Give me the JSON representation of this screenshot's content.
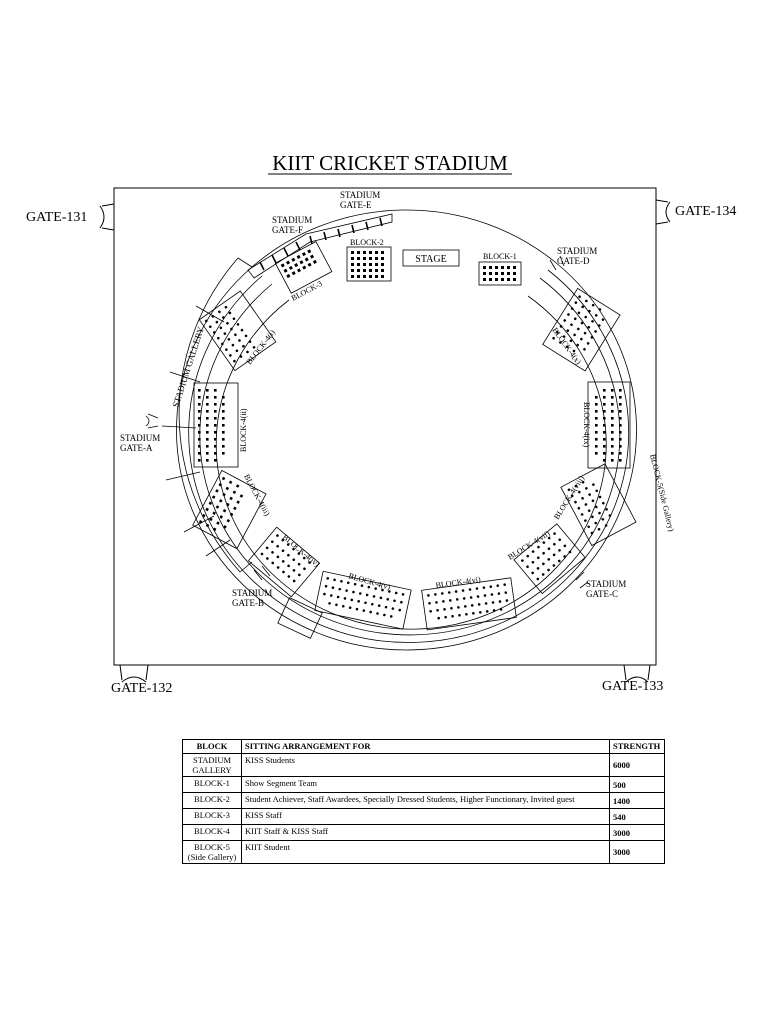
{
  "title": "KIIT CRICKET STADIUM",
  "outer_gates": [
    "GATE-131",
    "GATE-134",
    "GATE-132",
    "GATE-133"
  ],
  "stadium_gates": {
    "e": [
      "STADIUM",
      "GATE-E"
    ],
    "f": [
      "STADIUM",
      "GATE-F"
    ],
    "d": [
      "STADIUM",
      "GATE-D"
    ],
    "a": [
      "STADIUM",
      "GATE-A"
    ],
    "b": [
      "STADIUM",
      "GATE-B"
    ],
    "c": [
      "STADIUM",
      "GATE-C"
    ]
  },
  "stage": "STAGE",
  "block_labels": {
    "block2": "BLOCK-2",
    "block1": "BLOCK-1",
    "block3": "BLOCK-3",
    "gallery": "STADIUM GALLERY",
    "b4a": "BLOCK-4(i)",
    "b4b": "BLOCK-4(ii)",
    "b4c": "BLOCK-4(iii)",
    "b4d": "BLOCK-4(iv)",
    "b4e": "BLOCK-4(v)",
    "b4f": "BLOCK-4(vi)",
    "b4g": "BLOCK-4(vii)",
    "b4h": "BLOCK-4(viii)",
    "b4i": "BLOCK-4(ix)",
    "b4j": "BLOCK-4(x)",
    "b5": "BLOCK-5(Side Gallery)"
  },
  "table": {
    "headers": [
      "BLOCK",
      "SITTING ARRANGEMENT FOR",
      "STRENGTH"
    ],
    "rows": [
      {
        "block": "STADIUM GALLERY",
        "for": "KISS Students",
        "strength": "6000"
      },
      {
        "block": "BLOCK-1",
        "for": "Show Segment Team",
        "strength": "500"
      },
      {
        "block": "BLOCK-2",
        "for": "Student Achiever, Staff Awardees, Specially Dressed Students, Higher Functionary, Invited guest",
        "strength": "1400"
      },
      {
        "block": "BLOCK-3",
        "for": "KISS Staff",
        "strength": "540"
      },
      {
        "block": "BLOCK-4",
        "for": "KIIT Staff & KISS Staff",
        "strength": "3000"
      },
      {
        "block": "BLOCK-5 (Side Gallery)",
        "for": "KIIT Student",
        "strength": "3000"
      }
    ]
  }
}
